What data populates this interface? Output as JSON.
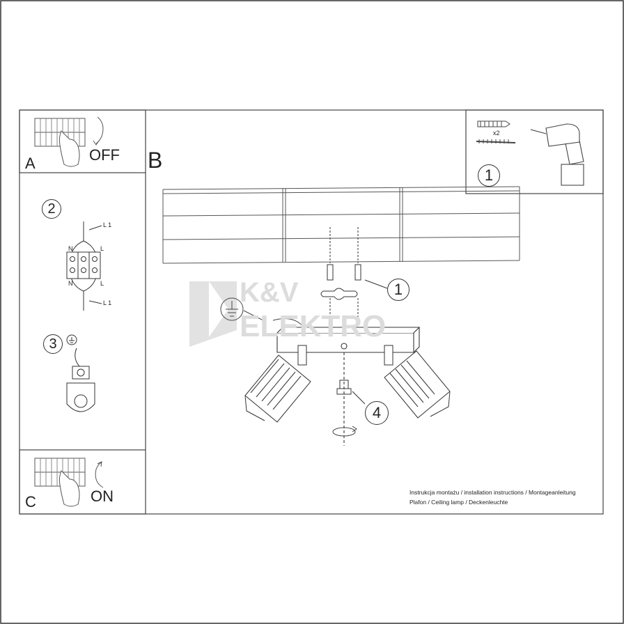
{
  "panels": {
    "a": {
      "letter": "A",
      "state": "OFF"
    },
    "b": {
      "letter": "B"
    },
    "c": {
      "letter": "C",
      "state": "ON"
    }
  },
  "steps": {
    "drill_step": "1",
    "bracket_step": "1",
    "wiring_step": "2",
    "ground_step": "3",
    "shade_step": "4"
  },
  "hardware": {
    "multiplier": "x2"
  },
  "wiring_labels": {
    "l1_top": "L 1",
    "l1_bottom": "L 1",
    "n_top": "N",
    "n_bottom": "N",
    "l_top": "L",
    "l_bottom": "L"
  },
  "watermark": {
    "line1": "K&V",
    "line2": "ELEKTRO"
  },
  "footer": {
    "line1": "Instrukcja montażu / installation instructions / Montageanleitung",
    "line2": "Plafon / Ceiling lamp / Deckenleuchte"
  }
}
